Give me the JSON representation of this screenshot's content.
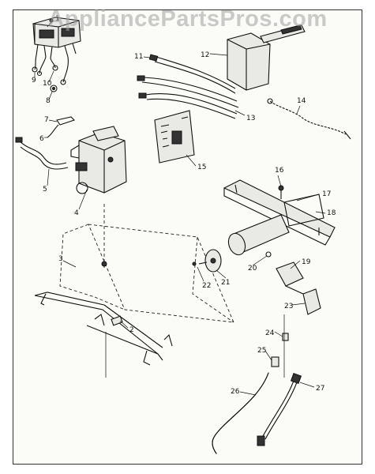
{
  "watermark": "AppliancePartsPros.com",
  "labels": [
    "1",
    "2",
    "3",
    "4",
    "5",
    "6",
    "7",
    "8",
    "9",
    "10",
    "11",
    "12",
    "13",
    "14",
    "15",
    "16",
    "17",
    "18",
    "19",
    "20",
    "21",
    "22",
    "23",
    "24",
    "25",
    "26",
    "27"
  ]
}
